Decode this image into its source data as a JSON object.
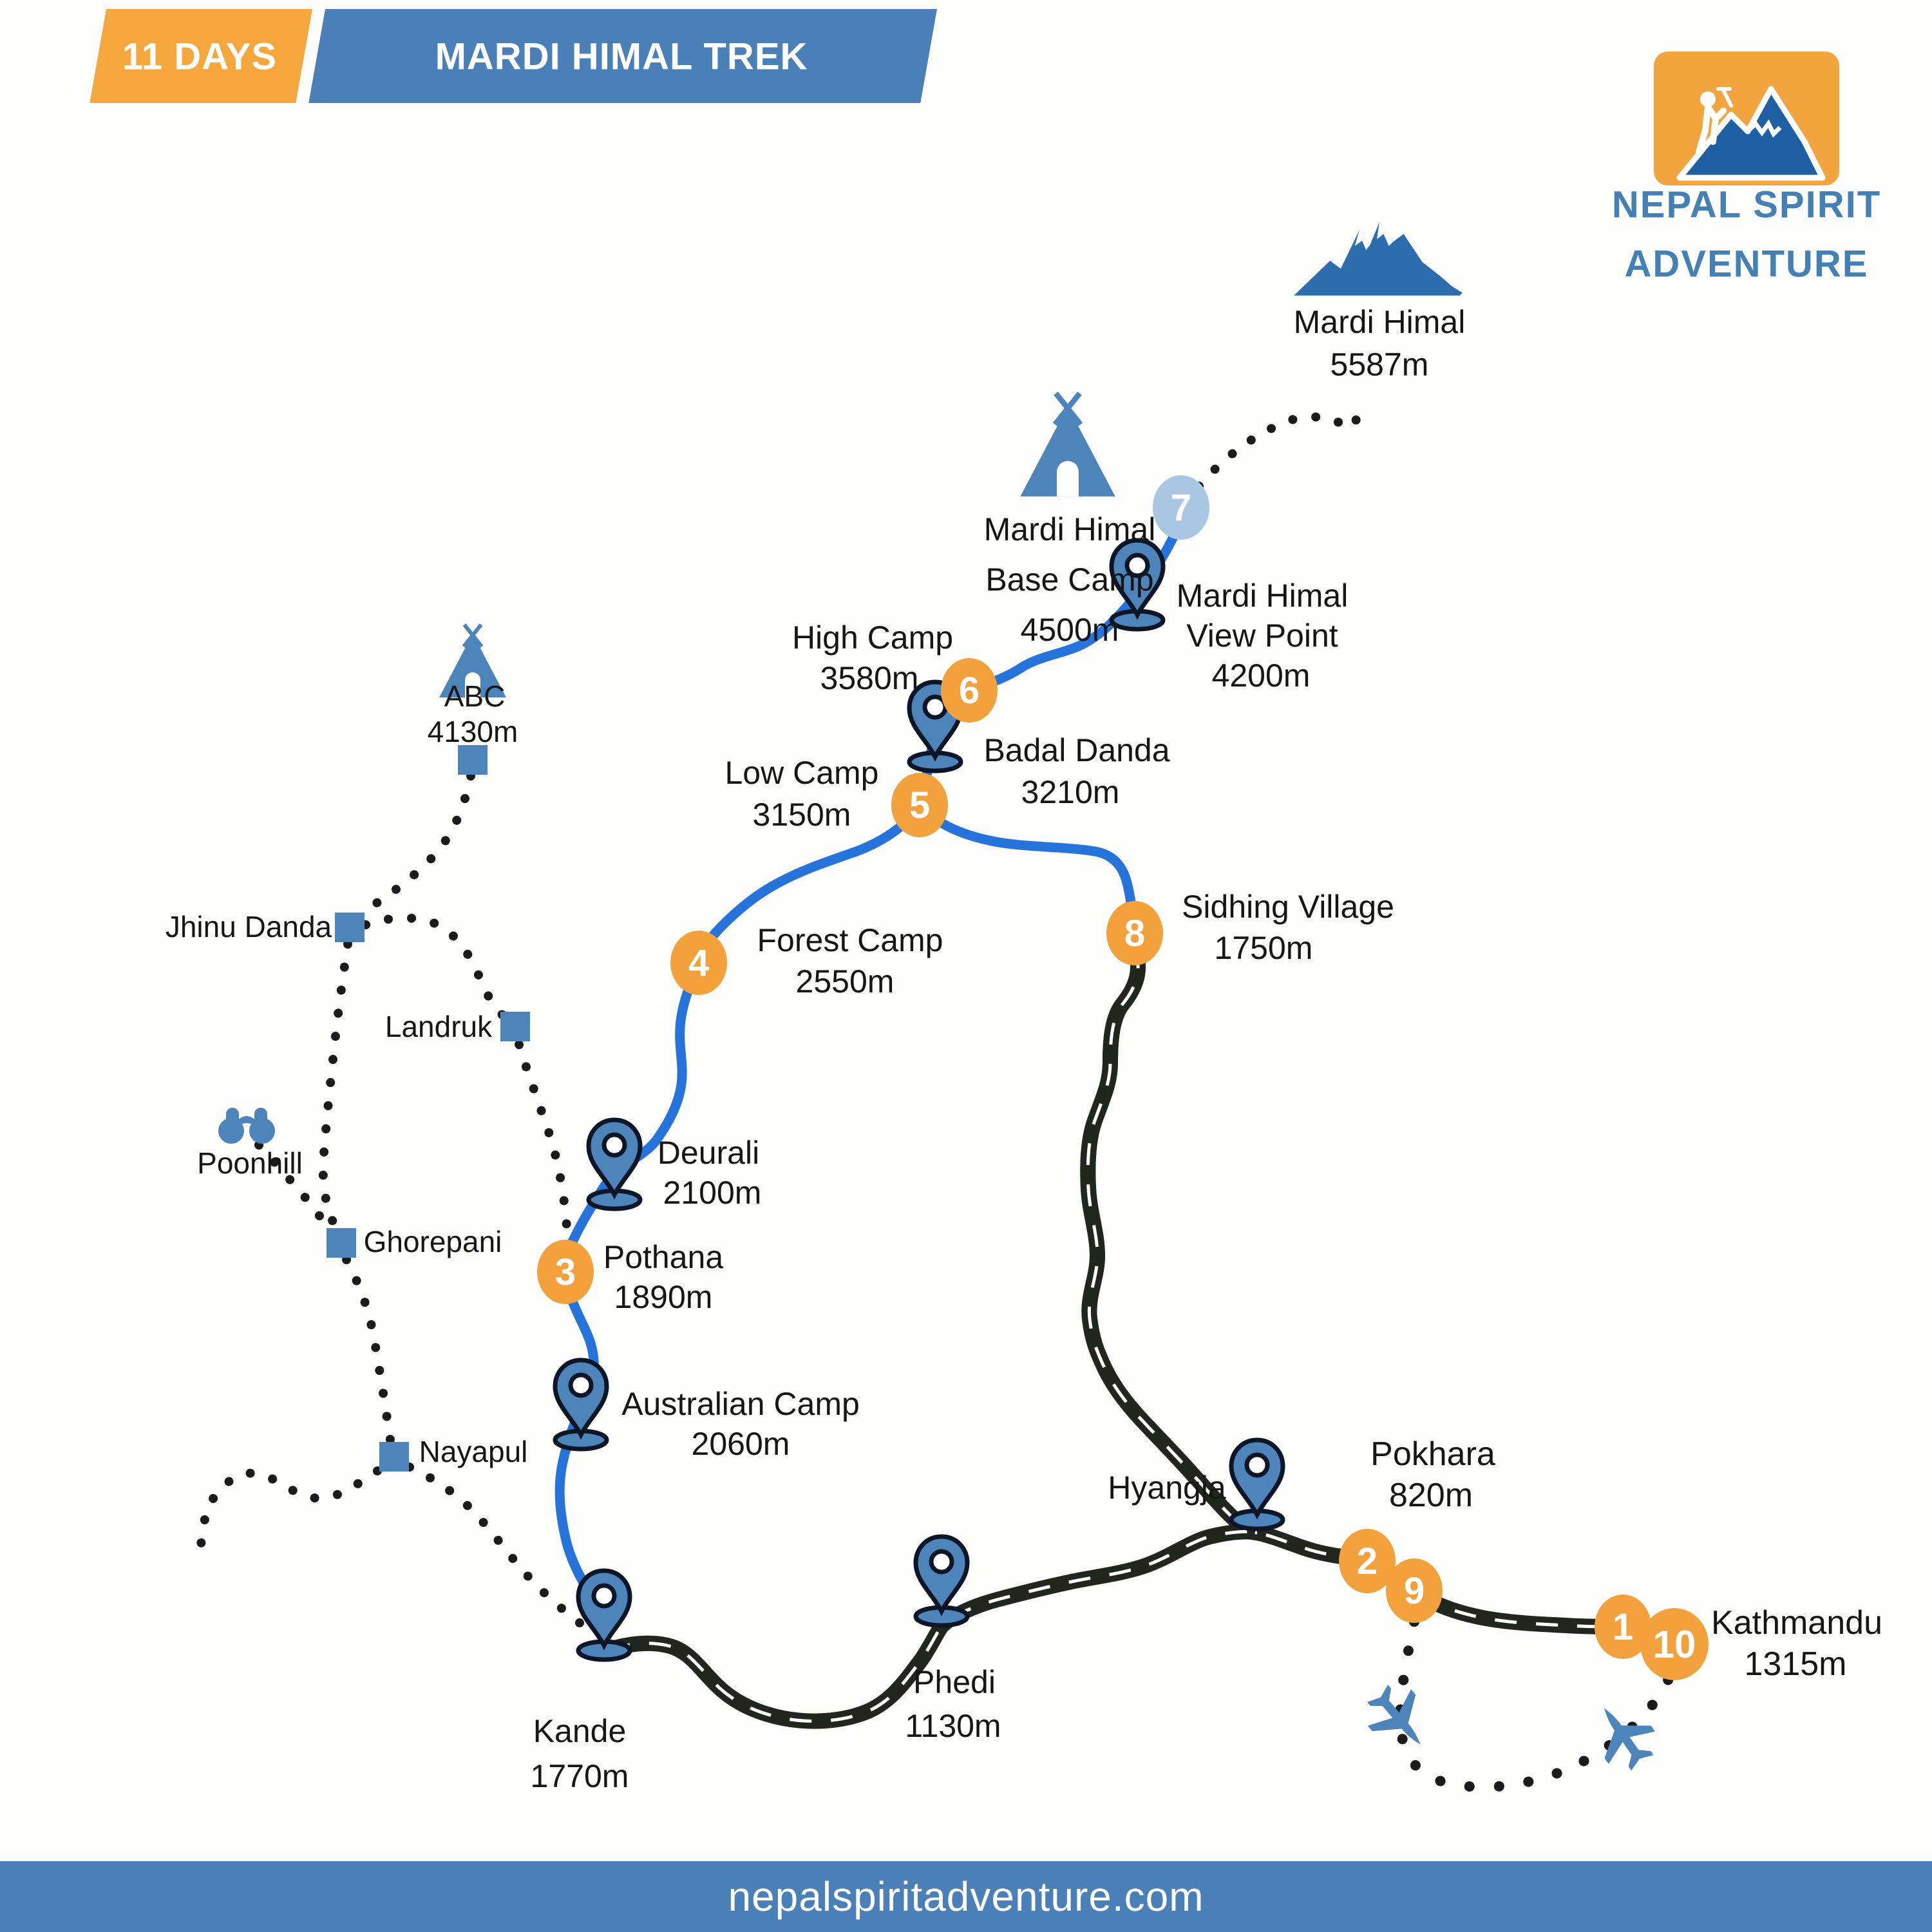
{
  "banner": {
    "days": "11 DAYS",
    "title": "MARDI HIMAL TREK"
  },
  "logo": {
    "line1": "NEPAL SPIRIT",
    "line2": "ADVENTURE"
  },
  "footer": {
    "website": "nepalspiritadventure.com"
  },
  "colors": {
    "accent_orange": "#F2A13C",
    "banner_blue": "#4A80B7",
    "route_blue": "#2673DB",
    "road_black": "#21261E",
    "badge_light_blue": "#A9C6E3",
    "marker_blue": "#4D84BA",
    "peak_blue": "#2D6DAD"
  },
  "stops": {
    "kathmandu": {
      "name": "Kathmandu",
      "elevation": "1315m",
      "day_start": "1",
      "day_end": "10"
    },
    "pokhara": {
      "name": "Pokhara",
      "elevation": "820m",
      "day_start": "2",
      "day_end": "9"
    },
    "pothana": {
      "name": "Pothana",
      "elevation": "1890m",
      "day": "3"
    },
    "forest_camp": {
      "name": "Forest Camp",
      "elevation": "2550m",
      "day": "4"
    },
    "low_camp": {
      "name": "Low Camp",
      "elevation": "3150m",
      "day": "5"
    },
    "high_camp": {
      "name": "High Camp",
      "elevation": "3580m",
      "day": "6"
    },
    "base_camp": {
      "name_line1": "Mardi Himal",
      "name_line2": "Base Camp",
      "elevation": "4500m",
      "day": "7"
    },
    "sidhing": {
      "name": "Sidhing Village",
      "elevation": "1750m",
      "day": "8"
    }
  },
  "waypoints": {
    "mardi_peak": {
      "name": "Mardi Himal",
      "elevation": "5587m"
    },
    "view_point": {
      "name_line1": "Mardi Himal",
      "name_line2": "View Point",
      "elevation": "4200m"
    },
    "badal_danda": {
      "name": "Badal Danda",
      "elevation": "3210m"
    },
    "deurali": {
      "name": "Deurali",
      "elevation": "2100m"
    },
    "australian_camp": {
      "name": "Australian Camp",
      "elevation": "2060m"
    },
    "kande": {
      "name": "Kande",
      "elevation": "1770m"
    },
    "phedi": {
      "name": "Phedi",
      "elevation": "1130m"
    },
    "hyangja": {
      "name": "Hyangja"
    }
  },
  "side_places": {
    "abc": {
      "name": "ABC",
      "elevation": "4130m"
    },
    "jhinu_danda": {
      "name": "Jhinu Danda"
    },
    "landruk": {
      "name": "Landruk"
    },
    "poonhill": {
      "name": "Poonhill"
    },
    "ghorepani": {
      "name": "Ghorepani"
    },
    "nayapul": {
      "name": "Nayapul"
    }
  }
}
